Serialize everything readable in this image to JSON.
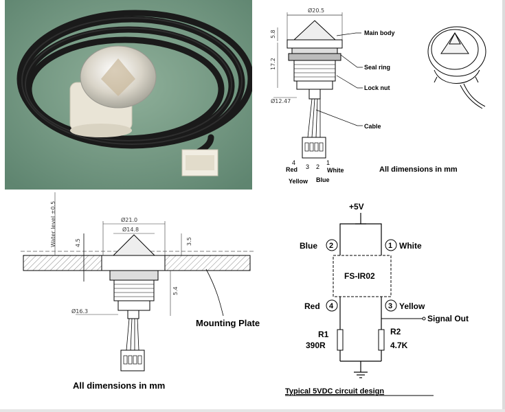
{
  "figure": {
    "photo": {
      "description": ""
    },
    "top_drawing": {
      "dim_width": "Ø20.5",
      "dim_top": "5.8",
      "dim_mid": "17.2",
      "dim_bottom": "Ø12.47",
      "callouts": [
        "Main body",
        "Seal ring",
        "Lock nut",
        "Cable"
      ],
      "pin_numbers": [
        "4",
        "3",
        "2",
        "1"
      ],
      "pin_left_label": "Red",
      "pin_right_label": "White",
      "wire_bottom_left": "Yellow",
      "wire_bottom_right": "Blue",
      "note": "All dimensions in mm"
    },
    "mount_drawing": {
      "dim_outer": "Ø21.0",
      "dim_inner": "Ø14.8",
      "dim_thick_left": "4.5",
      "dim_thick_right": "3.5",
      "dim_nut": "Ø16.3",
      "dim_height": "5.4",
      "water_level": "Water level ±0.5",
      "mounting_plate": "Mounting Plate",
      "note": "All dimensions in mm"
    },
    "circuit": {
      "supply": "+5V",
      "ic_label": "FS-IR02",
      "pin2": {
        "num": "2",
        "label": "Blue"
      },
      "pin1": {
        "num": "1",
        "label": "White"
      },
      "pin4": {
        "num": "4",
        "label": "Red"
      },
      "pin3": {
        "num": "3",
        "label": "Yellow"
      },
      "signal_out": "Signal Out",
      "r1_name": "R1",
      "r1_value": "390R",
      "r2_name": "R2",
      "r2_value": "4.7K",
      "caption": "Typical 5VDC circuit design"
    }
  }
}
